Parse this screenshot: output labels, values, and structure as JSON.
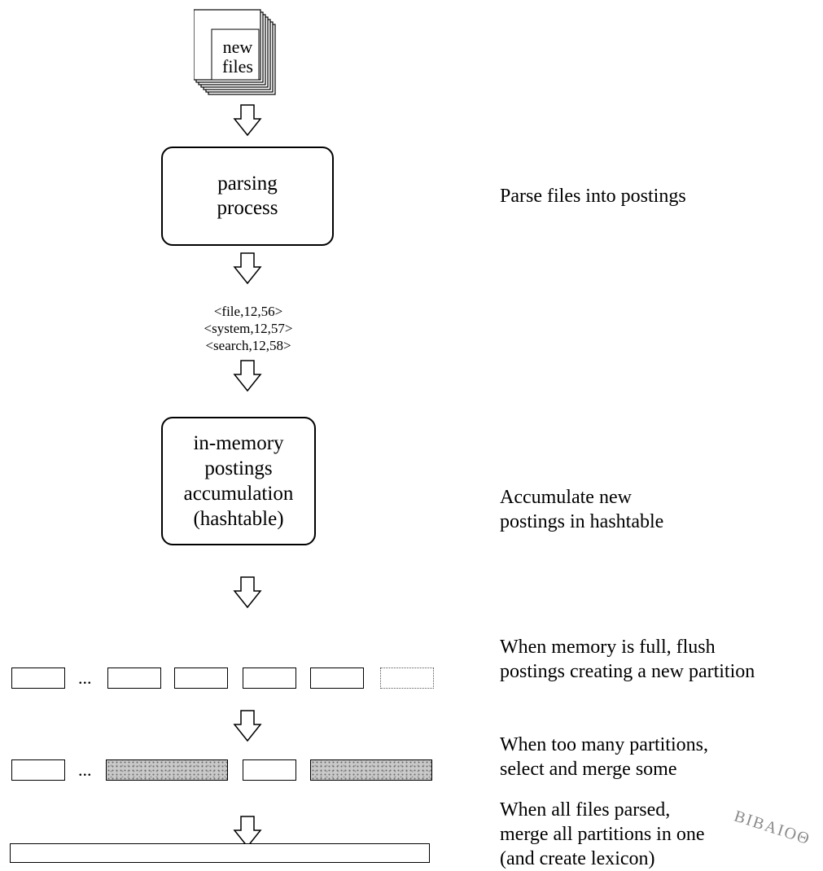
{
  "source": {
    "label": "new\nfiles"
  },
  "boxes": {
    "parsing": "parsing\nprocess",
    "accumulation": "in-memory\npostings\naccumulation\n(hashtable)"
  },
  "postings_sample": [
    "<file,12,56>",
    "<system,12,57>",
    "<search,12,58>"
  ],
  "partitions": {
    "row1": [
      "partition",
      "ellipsis",
      "partition",
      "partition",
      "partition",
      "partition",
      "new-partition"
    ],
    "row2": [
      "partition",
      "ellipsis",
      "merged-partition",
      "partition",
      "merged-partition"
    ],
    "ellipsis_label": "..."
  },
  "notes": {
    "parse": "Parse files into postings",
    "accumulate": "Accumulate new\npostings in hashtable",
    "flush": "When memory is full, flush\npostings creating a new partition",
    "merge_some": "When too many partitions,\nselect and merge some",
    "merge_all": "When all files parsed,\nmerge all partitions in one\n(and create lexicon)"
  },
  "stamp_text": "BIBAIOΘ"
}
